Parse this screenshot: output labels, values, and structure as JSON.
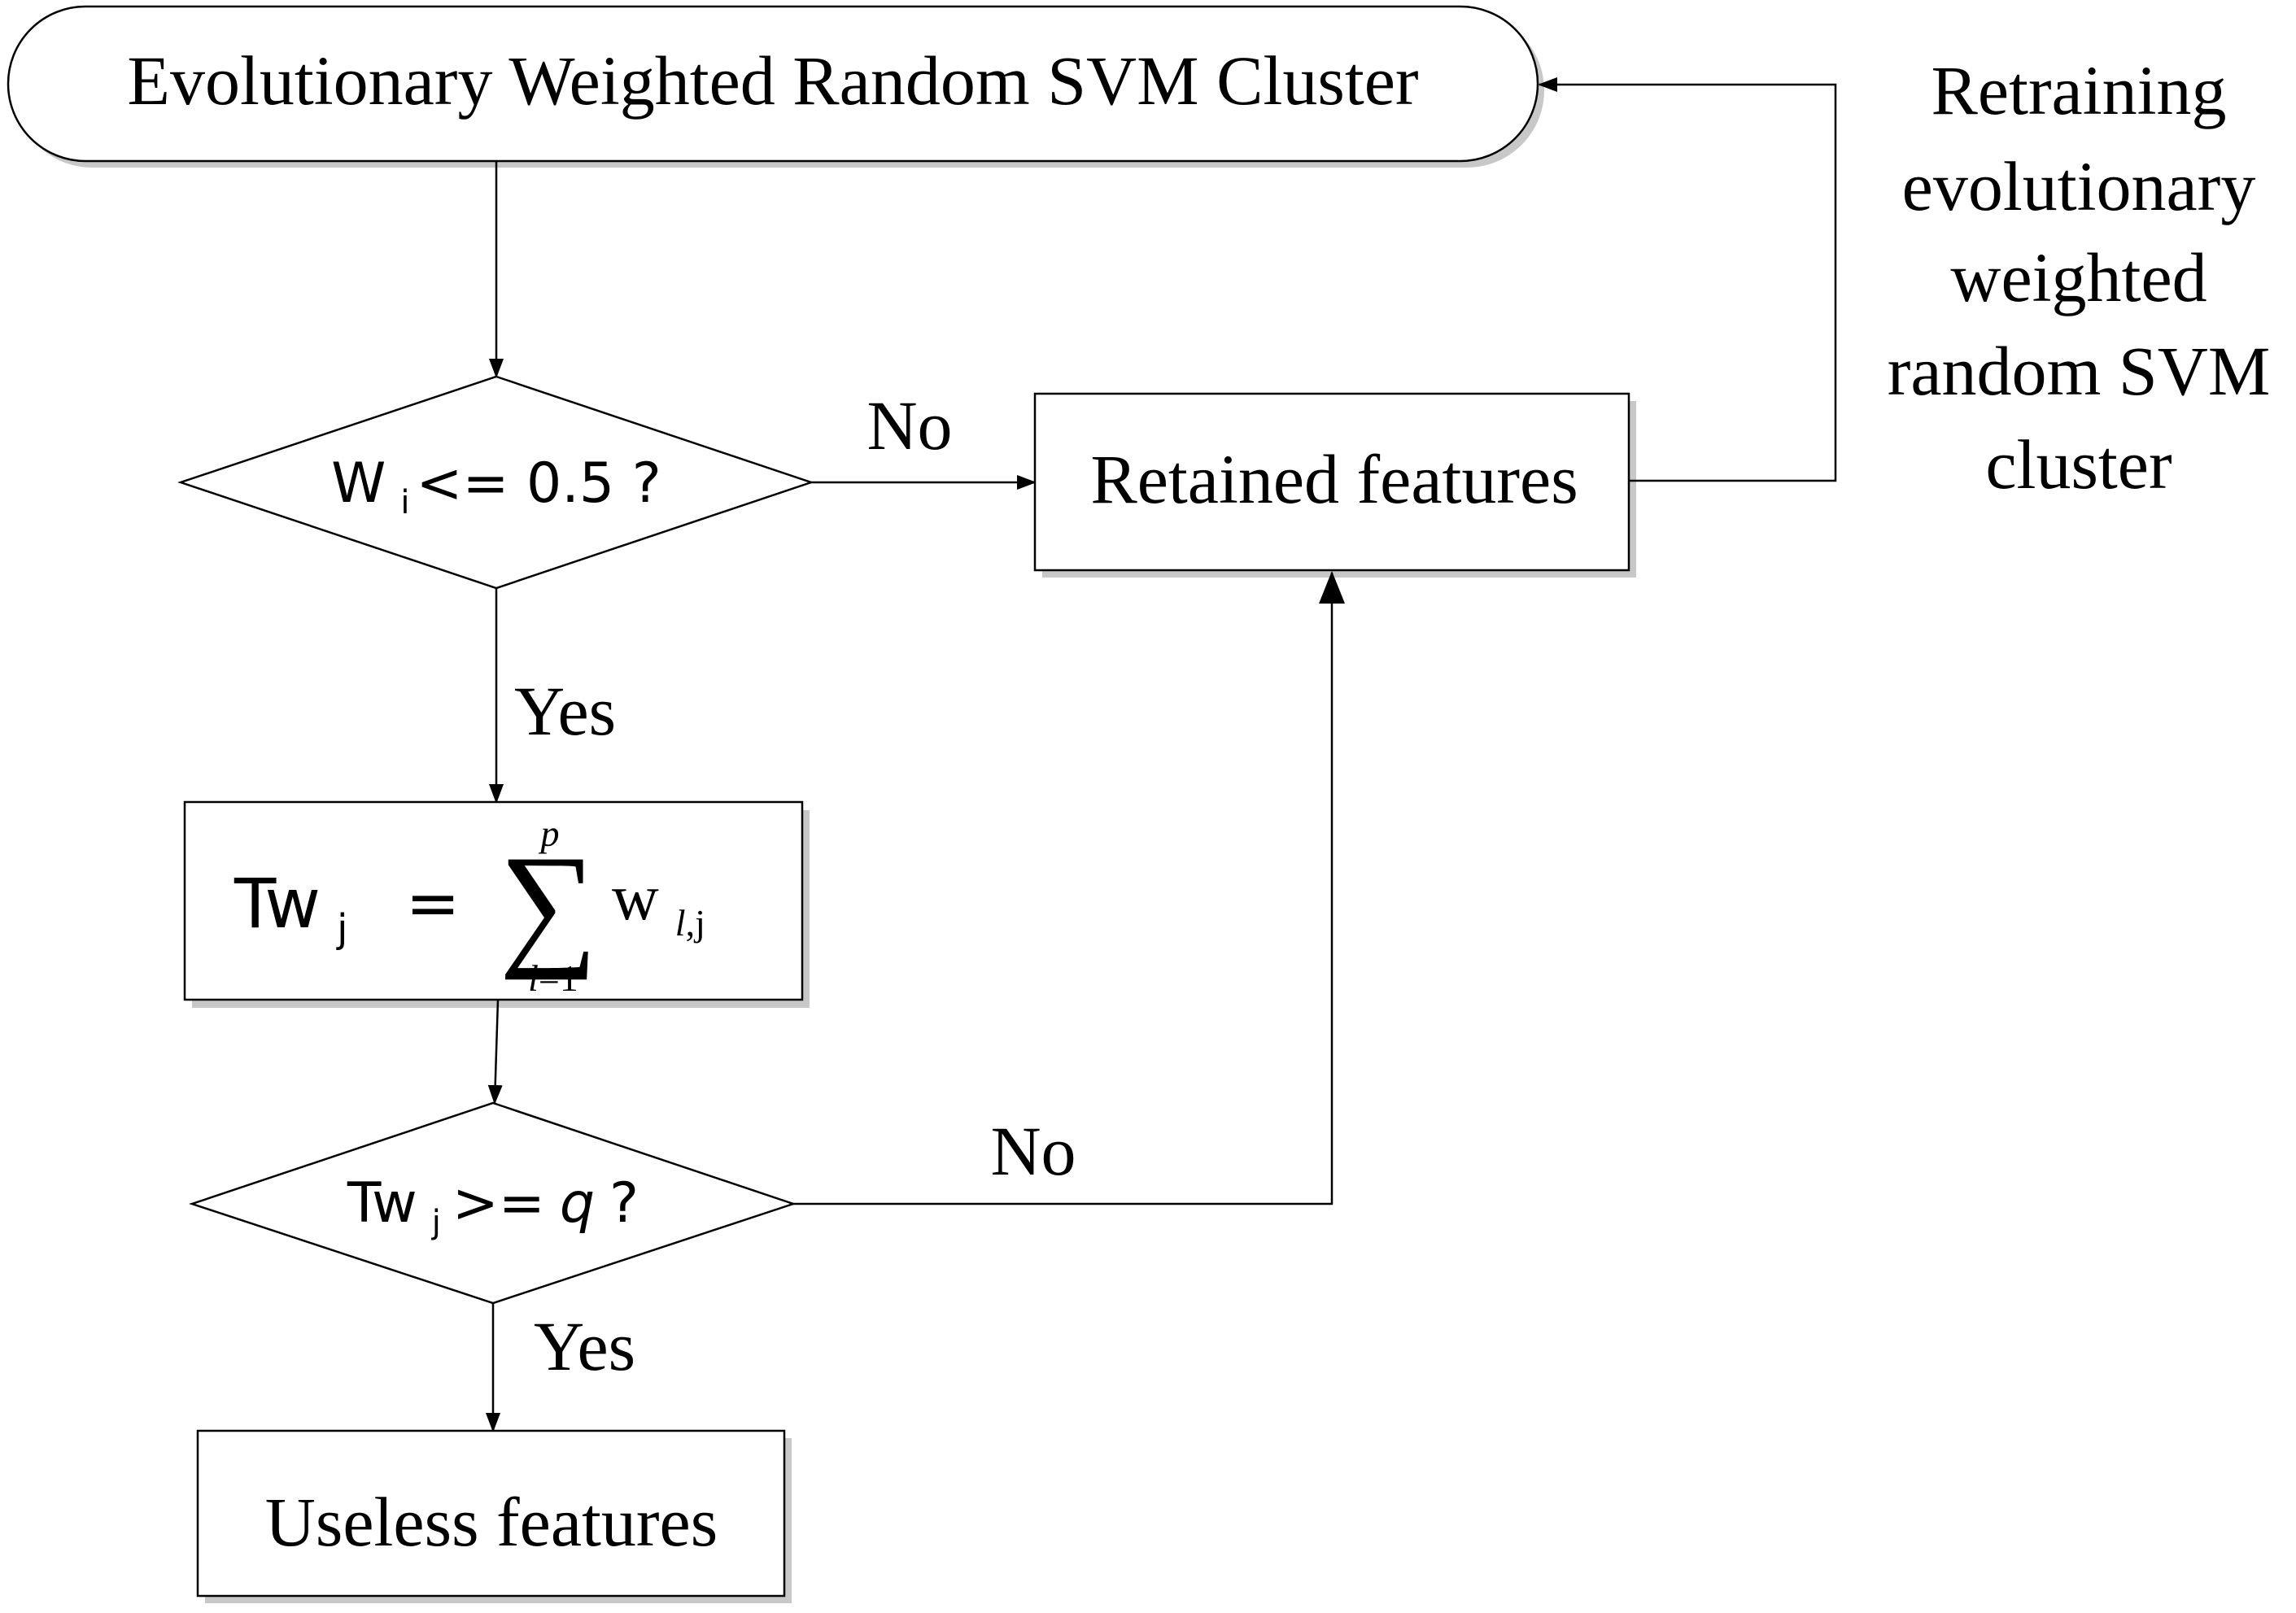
{
  "nodes": {
    "start": {
      "label": "Evolutionary Weighted Random SVM Cluster"
    },
    "decision1": {
      "var": "W",
      "sub": "i",
      "rest": "<= 0.5 ?"
    },
    "retained": {
      "label": "Retained features"
    },
    "retraining": {
      "lines": [
        "Retraining",
        "evolutionary",
        "weighted",
        "random SVM",
        "cluster"
      ]
    },
    "sum_box": {
      "lhs": "Tw",
      "lhs_sub": "j",
      "eq": "=",
      "sigma": "∑",
      "upper": "p",
      "lower_var": "l",
      "lower_eq": "=1",
      "term": "w",
      "term_sub_l": "l",
      "term_sub_rest": ",j"
    },
    "decision2": {
      "var": "Tw",
      "sub": "j",
      "op": ">=",
      "q": "q",
      "tail": "?"
    },
    "useless": {
      "label": "Useless features"
    }
  },
  "edges": {
    "d1_no": "No",
    "d1_yes": "Yes",
    "d2_no": "No",
    "d2_yes": "Yes"
  }
}
